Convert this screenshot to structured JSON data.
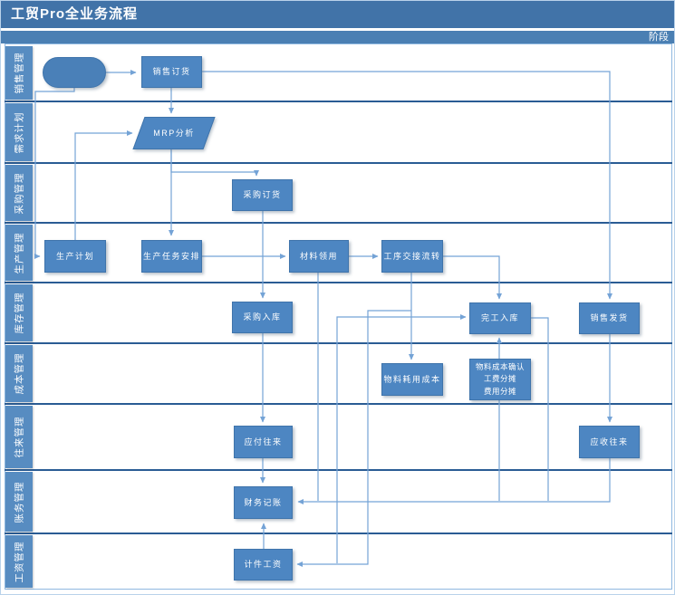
{
  "title": "工贸Pro全业务流程",
  "phase_header": "阶段",
  "lanes": [
    {
      "label": "销售管理"
    },
    {
      "label": "需求计划"
    },
    {
      "label": "采购管理"
    },
    {
      "label": "生产管理"
    },
    {
      "label": "库存管理"
    },
    {
      "label": "成本管理"
    },
    {
      "label": "往来管理"
    },
    {
      "label": "账务管理"
    },
    {
      "label": "工资管理"
    }
  ],
  "nodes": {
    "start": {
      "label": ""
    },
    "sales_order": {
      "label": "销售订货"
    },
    "mrp": {
      "label": "MRP分析"
    },
    "purchase_order": {
      "label": "采购订货"
    },
    "production_plan": {
      "label": "生产计划"
    },
    "production_task": {
      "label": "生产任务安排"
    },
    "material_issue": {
      "label": "材料领用"
    },
    "process_handover": {
      "label": "工序交接流转"
    },
    "purchase_receipt": {
      "label": "采购入库"
    },
    "finished_receipt": {
      "label": "完工入库"
    },
    "sales_delivery": {
      "label": "销售发货"
    },
    "material_cost": {
      "label": "物料耗用成本"
    },
    "cost_confirm": {
      "label": "物料成本确认\n工费分摊\n费用分摊"
    },
    "payable": {
      "label": "应付往来"
    },
    "receivable": {
      "label": "应收往来"
    },
    "bookkeeping": {
      "label": "财务记账"
    },
    "piece_wage": {
      "label": "计件工资"
    }
  },
  "colors": {
    "title_bar": "#4173a8",
    "phase_bar": "#4a7fb3",
    "lane_label": "#578cc1",
    "node_fill": "#4d86c2",
    "node_border": "#3f74ab",
    "divider": "#2a5c94",
    "connector": "#74a3d6"
  }
}
